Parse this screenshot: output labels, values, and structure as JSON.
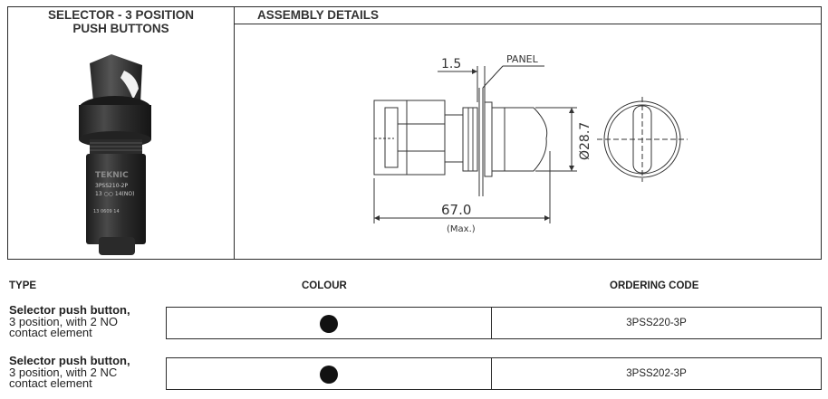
{
  "left_panel": {
    "title_line1": "SELECTOR - 3 POSITION",
    "title_line2": "PUSH BUTTONS",
    "photo": {
      "brand_text": "TEKNIC",
      "model_text": "3PSS210-2P",
      "contact_text": "13 ○○ 14(NO)",
      "date_text": "13   0609   14"
    }
  },
  "assembly": {
    "header": "ASSEMBLY DETAILS",
    "dim_panel_thickness": "1.5",
    "panel_label": "PANEL",
    "dim_length": "67.0",
    "dim_length_note": "(Max.)",
    "dim_diameter": "Ø28.7"
  },
  "table": {
    "col_type": "TYPE",
    "col_colour": "COLOUR",
    "col_code": "ORDERING CODE",
    "rows": [
      {
        "type_line1": "Selector push button,",
        "type_line2": "3 position, with 2 NO",
        "type_line3": "contact element",
        "colour": "black",
        "code": "3PSS220-3P"
      },
      {
        "type_line1": "Selector push button,",
        "type_line2": "3 position, with 2 NC",
        "type_line3": "contact element",
        "colour": "black",
        "code": "3PSS202-3P"
      }
    ]
  }
}
